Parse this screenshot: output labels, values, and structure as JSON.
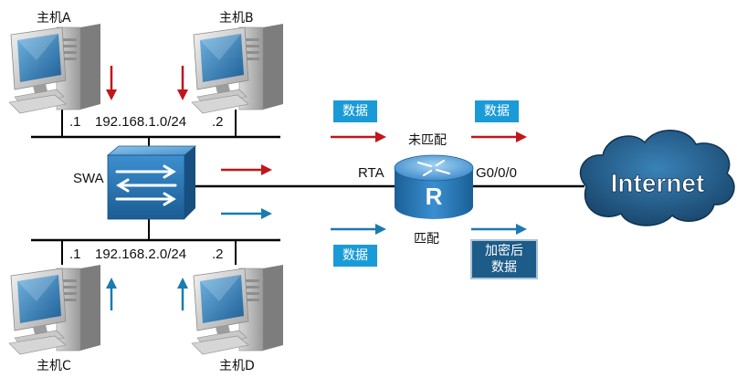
{
  "hosts": {
    "a": "主机A",
    "b": "主机B",
    "c": "主机C",
    "d": "主机D"
  },
  "networks": {
    "top": {
      "subnet": "192.168.1.0/24",
      "left_host": ".1",
      "right_host": ".2"
    },
    "bottom": {
      "subnet": "192.168.2.0/24",
      "left_host": ".1",
      "right_host": ".2"
    }
  },
  "switch": {
    "label": "SWA"
  },
  "router": {
    "label": "RTA",
    "interface": "G0/0/0",
    "icon": "router-r-icon"
  },
  "cloud": {
    "label": "Internet"
  },
  "flows": {
    "unmatched_label": "未匹配",
    "matched_label": "匹配",
    "data_label": "数据",
    "encrypted_line1": "加密后",
    "encrypted_line2": "数据"
  },
  "colors": {
    "red_arrow": "#c0161c",
    "blue_arrow": "#1a7bb0",
    "data_tag": "#1a9bd7",
    "encrypted_tag": "#1d5b88",
    "cloud": "#1f5f8b",
    "router": "#1f6fa8",
    "switch": "#1f6fa8"
  }
}
